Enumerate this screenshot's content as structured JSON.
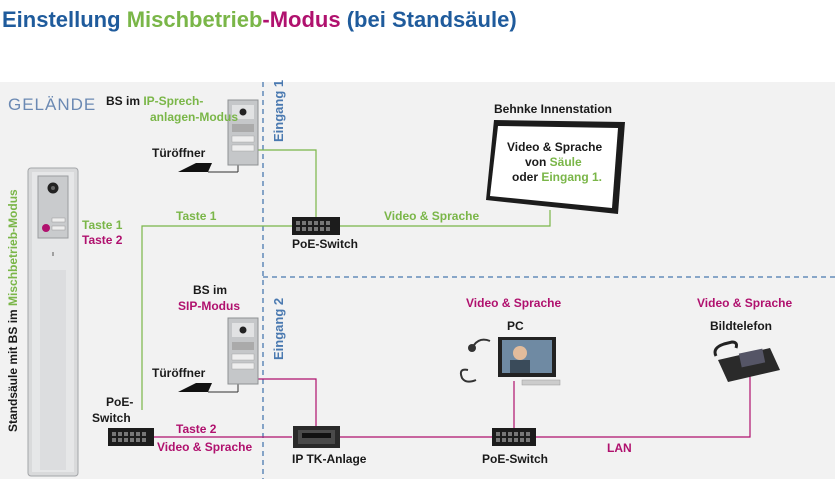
{
  "title": {
    "part1": "Einstellung ",
    "part2": "Mischbetrieb",
    "part3": "-",
    "part4": "Modus",
    "part5": " (bei Standsäule)"
  },
  "colors": {
    "blue": "#1f5b9c",
    "green": "#7ab648",
    "magenta": "#b0116e",
    "background": "#f2f2f2"
  },
  "area_label": "GELÄNDE",
  "entrances": {
    "eingang1": "Eingang 1",
    "eingang2": "Eingang 2"
  },
  "column_label": {
    "part1": "Standsäule mit BS im ",
    "part2": "Mischbetrieb-Modus"
  },
  "column_buttons": {
    "taste1": "Taste 1",
    "taste2": "Taste 2"
  },
  "bs_ip": {
    "line1_a": "BS im ",
    "line1_b": "IP-Sprech-",
    "line2": "anlagen-Modus"
  },
  "bs_sip": {
    "line1": "BS im",
    "line2": "SIP-Modus"
  },
  "door_opener_1": "Türöffner",
  "door_opener_2": "Türöffner",
  "links": {
    "taste1": "Taste 1",
    "taste2": "Taste 2",
    "video_sprache_top": "Video & Sprache",
    "video_sprache_bottom": "Video & Sprache",
    "video_sprache_pc": "Video & Sprache",
    "video_sprache_phone": "Video & Sprache",
    "lan": "LAN"
  },
  "devices": {
    "poe_switch_top": "PoE-Switch",
    "poe_switch_left_1": "PoE-",
    "poe_switch_left_2": "Switch",
    "ip_tk": "IP TK-Anlage",
    "poe_switch_bottom": "PoE-Switch",
    "pc": "PC",
    "phone": "Bildtelefon",
    "indoor_station": "Behnke Innenstation"
  },
  "screen_text": {
    "line1": "Video & Sprache",
    "line2_a": "von ",
    "line2_b": "Säule",
    "line3_a": "oder ",
    "line3_b": "Eingang 1."
  }
}
